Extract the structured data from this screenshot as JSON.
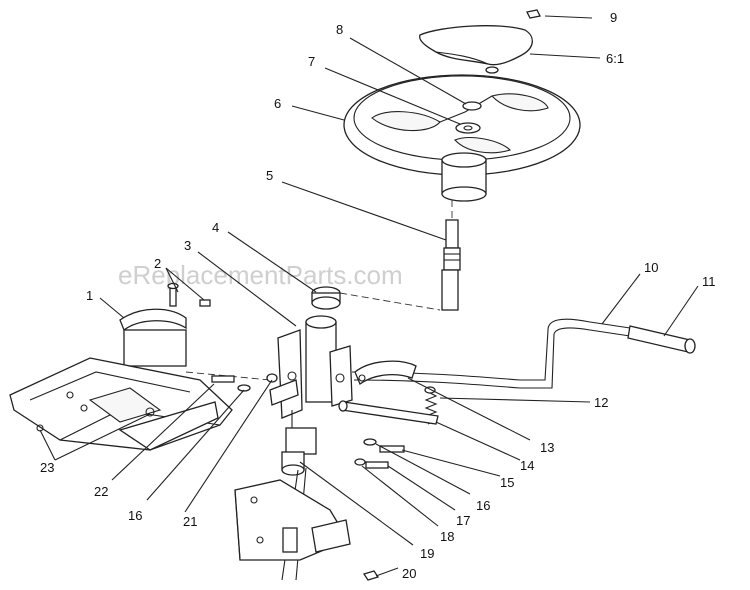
{
  "watermark": "eReplacementParts.com",
  "callouts": [
    {
      "id": "9",
      "label": "9"
    },
    {
      "id": "8",
      "label": "8"
    },
    {
      "id": "6-1",
      "label": "6:1"
    },
    {
      "id": "7",
      "label": "7"
    },
    {
      "id": "6",
      "label": "6"
    },
    {
      "id": "5",
      "label": "5"
    },
    {
      "id": "4",
      "label": "4"
    },
    {
      "id": "3",
      "label": "3"
    },
    {
      "id": "2",
      "label": "2"
    },
    {
      "id": "1",
      "label": "1"
    },
    {
      "id": "10",
      "label": "10"
    },
    {
      "id": "11",
      "label": "11"
    },
    {
      "id": "12",
      "label": "12"
    },
    {
      "id": "13",
      "label": "13"
    },
    {
      "id": "14",
      "label": "14"
    },
    {
      "id": "15",
      "label": "15"
    },
    {
      "id": "16a",
      "label": "16"
    },
    {
      "id": "17",
      "label": "17"
    },
    {
      "id": "18",
      "label": "18"
    },
    {
      "id": "19",
      "label": "19"
    },
    {
      "id": "20",
      "label": "20"
    },
    {
      "id": "21",
      "label": "21"
    },
    {
      "id": "16b",
      "label": "16"
    },
    {
      "id": "22",
      "label": "22"
    },
    {
      "id": "23",
      "label": "23"
    }
  ]
}
